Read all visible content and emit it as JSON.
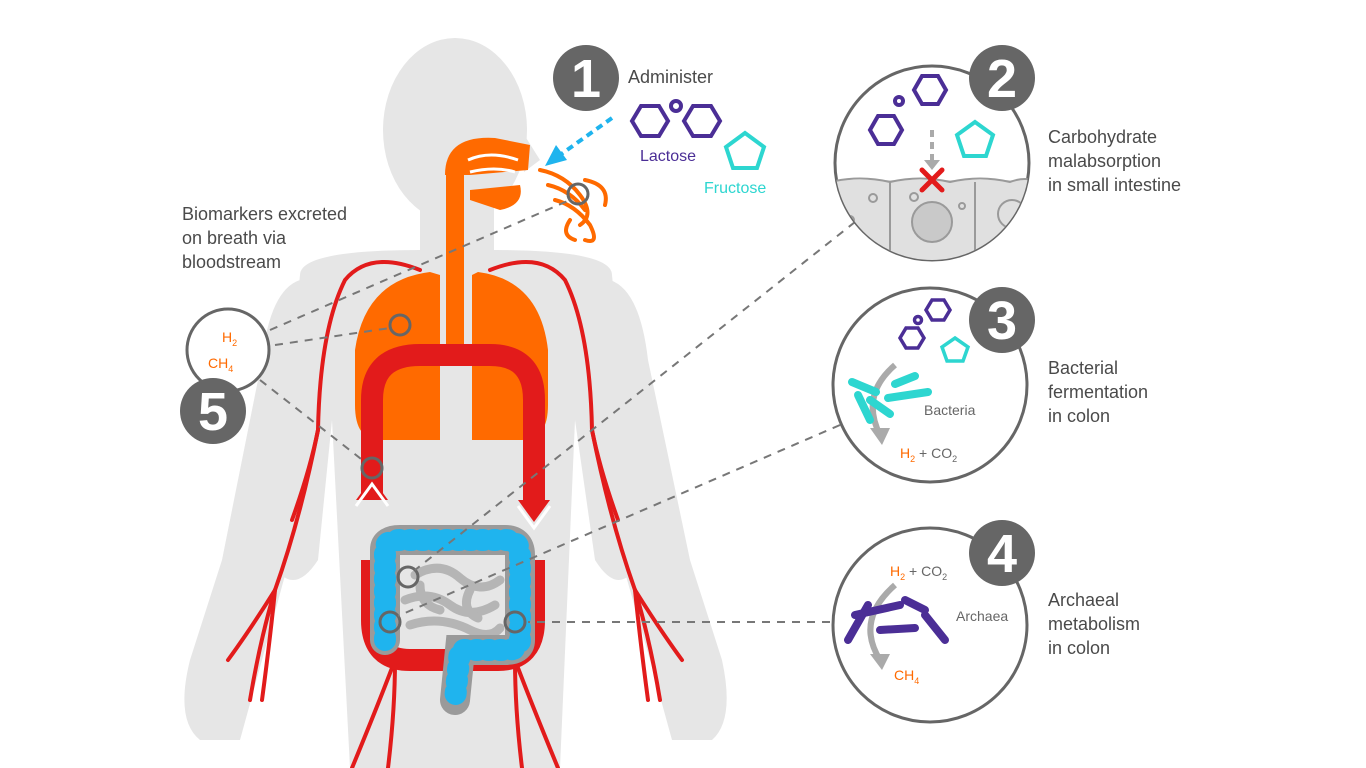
{
  "steps": {
    "step1": {
      "number": "1",
      "label": "Administer",
      "sugar1": "Lactose",
      "sugar2": "Fructose"
    },
    "step2": {
      "number": "2",
      "line1": "Carbohydrate",
      "line2": "malabsorption",
      "line3": "in small intestine"
    },
    "step3": {
      "number": "3",
      "line1": "Bacterial",
      "line2": "fermentation",
      "line3": "in colon",
      "organism": "Bacteria",
      "products": {
        "h": "H",
        "h_sub": "2",
        "plus": " + CO",
        "co_sub": "2"
      }
    },
    "step4": {
      "number": "4",
      "line1": "Archaeal",
      "line2": "metabolism",
      "line3": "in colon",
      "organism": "Archaea",
      "inputs": {
        "h": "H",
        "h_sub": "2",
        "plus": " + CO",
        "co_sub": "2"
      },
      "output": {
        "ch": "CH",
        "ch_sub": "4"
      }
    },
    "step5": {
      "number": "5",
      "line1": "Biomarkers excreted",
      "line2": "on breath via",
      "line3": "bloodstream",
      "gas1": {
        "h": "H",
        "h_sub": "2"
      },
      "gas2": {
        "ch": "CH",
        "ch_sub": "4"
      }
    }
  },
  "colors": {
    "body": "#e6e6e6",
    "orange": "#ff6a00",
    "red": "#e21b1b",
    "blue": "#1fb4ee",
    "purple": "#4b2e96",
    "teal": "#2dd6d0",
    "badge": "#666666",
    "connector": "#777777"
  }
}
